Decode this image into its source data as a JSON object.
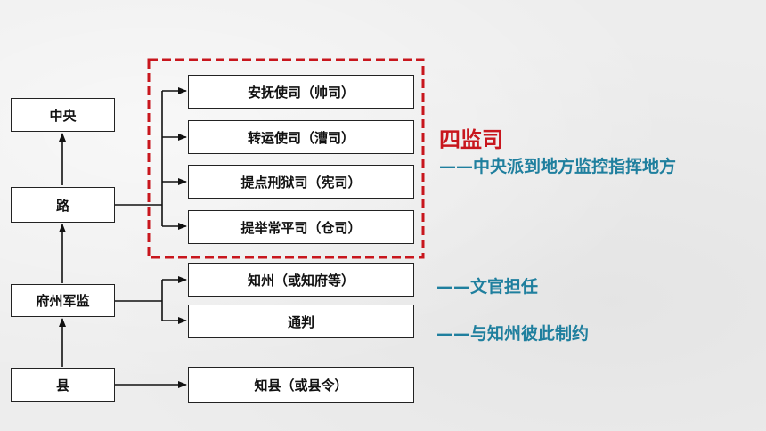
{
  "levels": {
    "central": "中央",
    "lu": "路",
    "fuzhou": "府州军监",
    "county": "县"
  },
  "jiansi": {
    "items": [
      "安抚使司（帅司）",
      "转运使司（漕司）",
      "提点刑狱司（宪司）",
      "提举常平司（仓司）"
    ],
    "title": "四监司",
    "note": "——中央派到地方监控指挥地方"
  },
  "prefecture": {
    "zhizhou": "知州（或知府等）",
    "zhizhou_note": "——文官担任",
    "tongpan": "通判",
    "tongpan_note": "——与知州彼此制约"
  },
  "county_official": "知县（或县令）",
  "colors": {
    "highlight_border": "#c8161d",
    "title": "#c8161d",
    "annotation": "#1f7f9e"
  }
}
